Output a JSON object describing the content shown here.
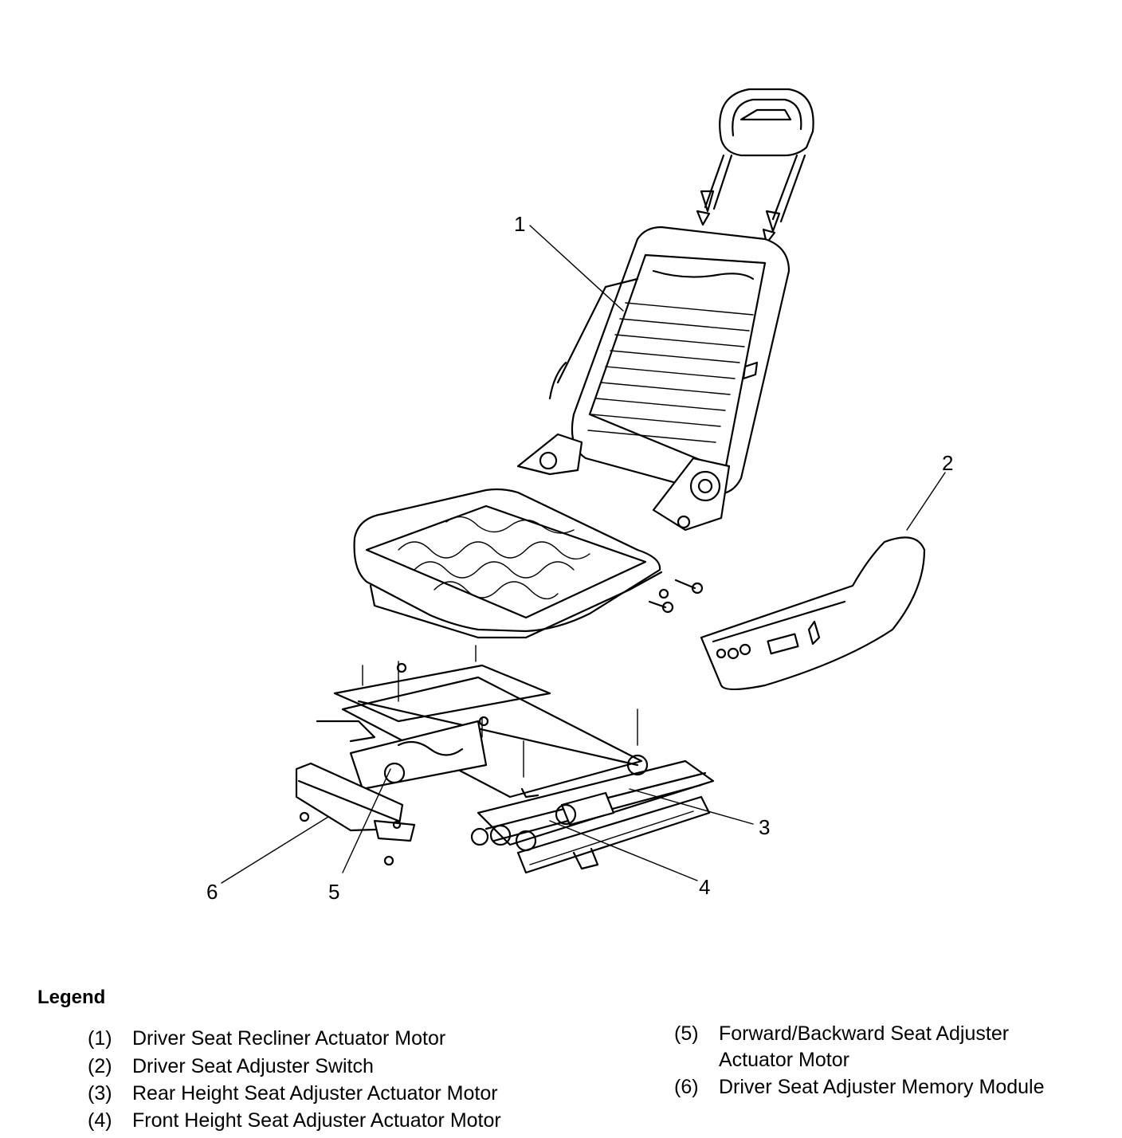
{
  "callouts": [
    "1",
    "2",
    "3",
    "4",
    "5",
    "6"
  ],
  "legend": {
    "title": "Legend",
    "items": [
      {
        "num": "(1)",
        "label": "Driver Seat Recliner Actuator Motor"
      },
      {
        "num": "(2)",
        "label": "Driver Seat Adjuster Switch"
      },
      {
        "num": "(3)",
        "label": "Rear Height Seat Adjuster Actuator Motor"
      },
      {
        "num": "(4)",
        "label": "Front Height Seat Adjuster Actuator Motor"
      },
      {
        "num": "(5)",
        "label": "Forward/Backward Seat Adjuster",
        "label2": "Actuator Motor"
      },
      {
        "num": "(6)",
        "label": "Driver Seat Adjuster Memory Module"
      }
    ]
  }
}
